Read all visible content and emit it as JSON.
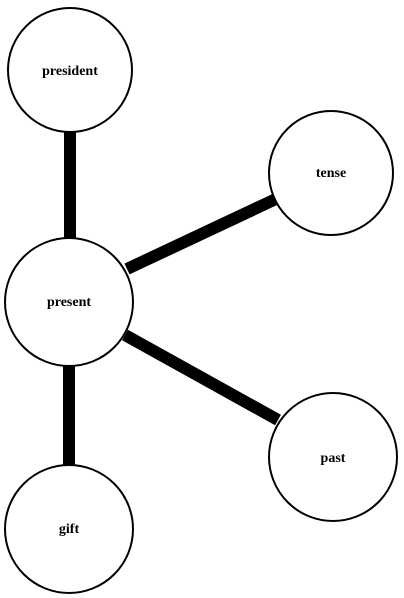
{
  "diagram": {
    "nodes": [
      {
        "id": "president",
        "label": "president"
      },
      {
        "id": "tense",
        "label": "tense"
      },
      {
        "id": "present",
        "label": "present"
      },
      {
        "id": "past",
        "label": "past"
      },
      {
        "id": "gift",
        "label": "gift"
      }
    ],
    "edges": [
      {
        "from": "president",
        "to": "present"
      },
      {
        "from": "present",
        "to": "tense"
      },
      {
        "from": "present",
        "to": "past"
      },
      {
        "from": "present",
        "to": "gift"
      }
    ]
  }
}
